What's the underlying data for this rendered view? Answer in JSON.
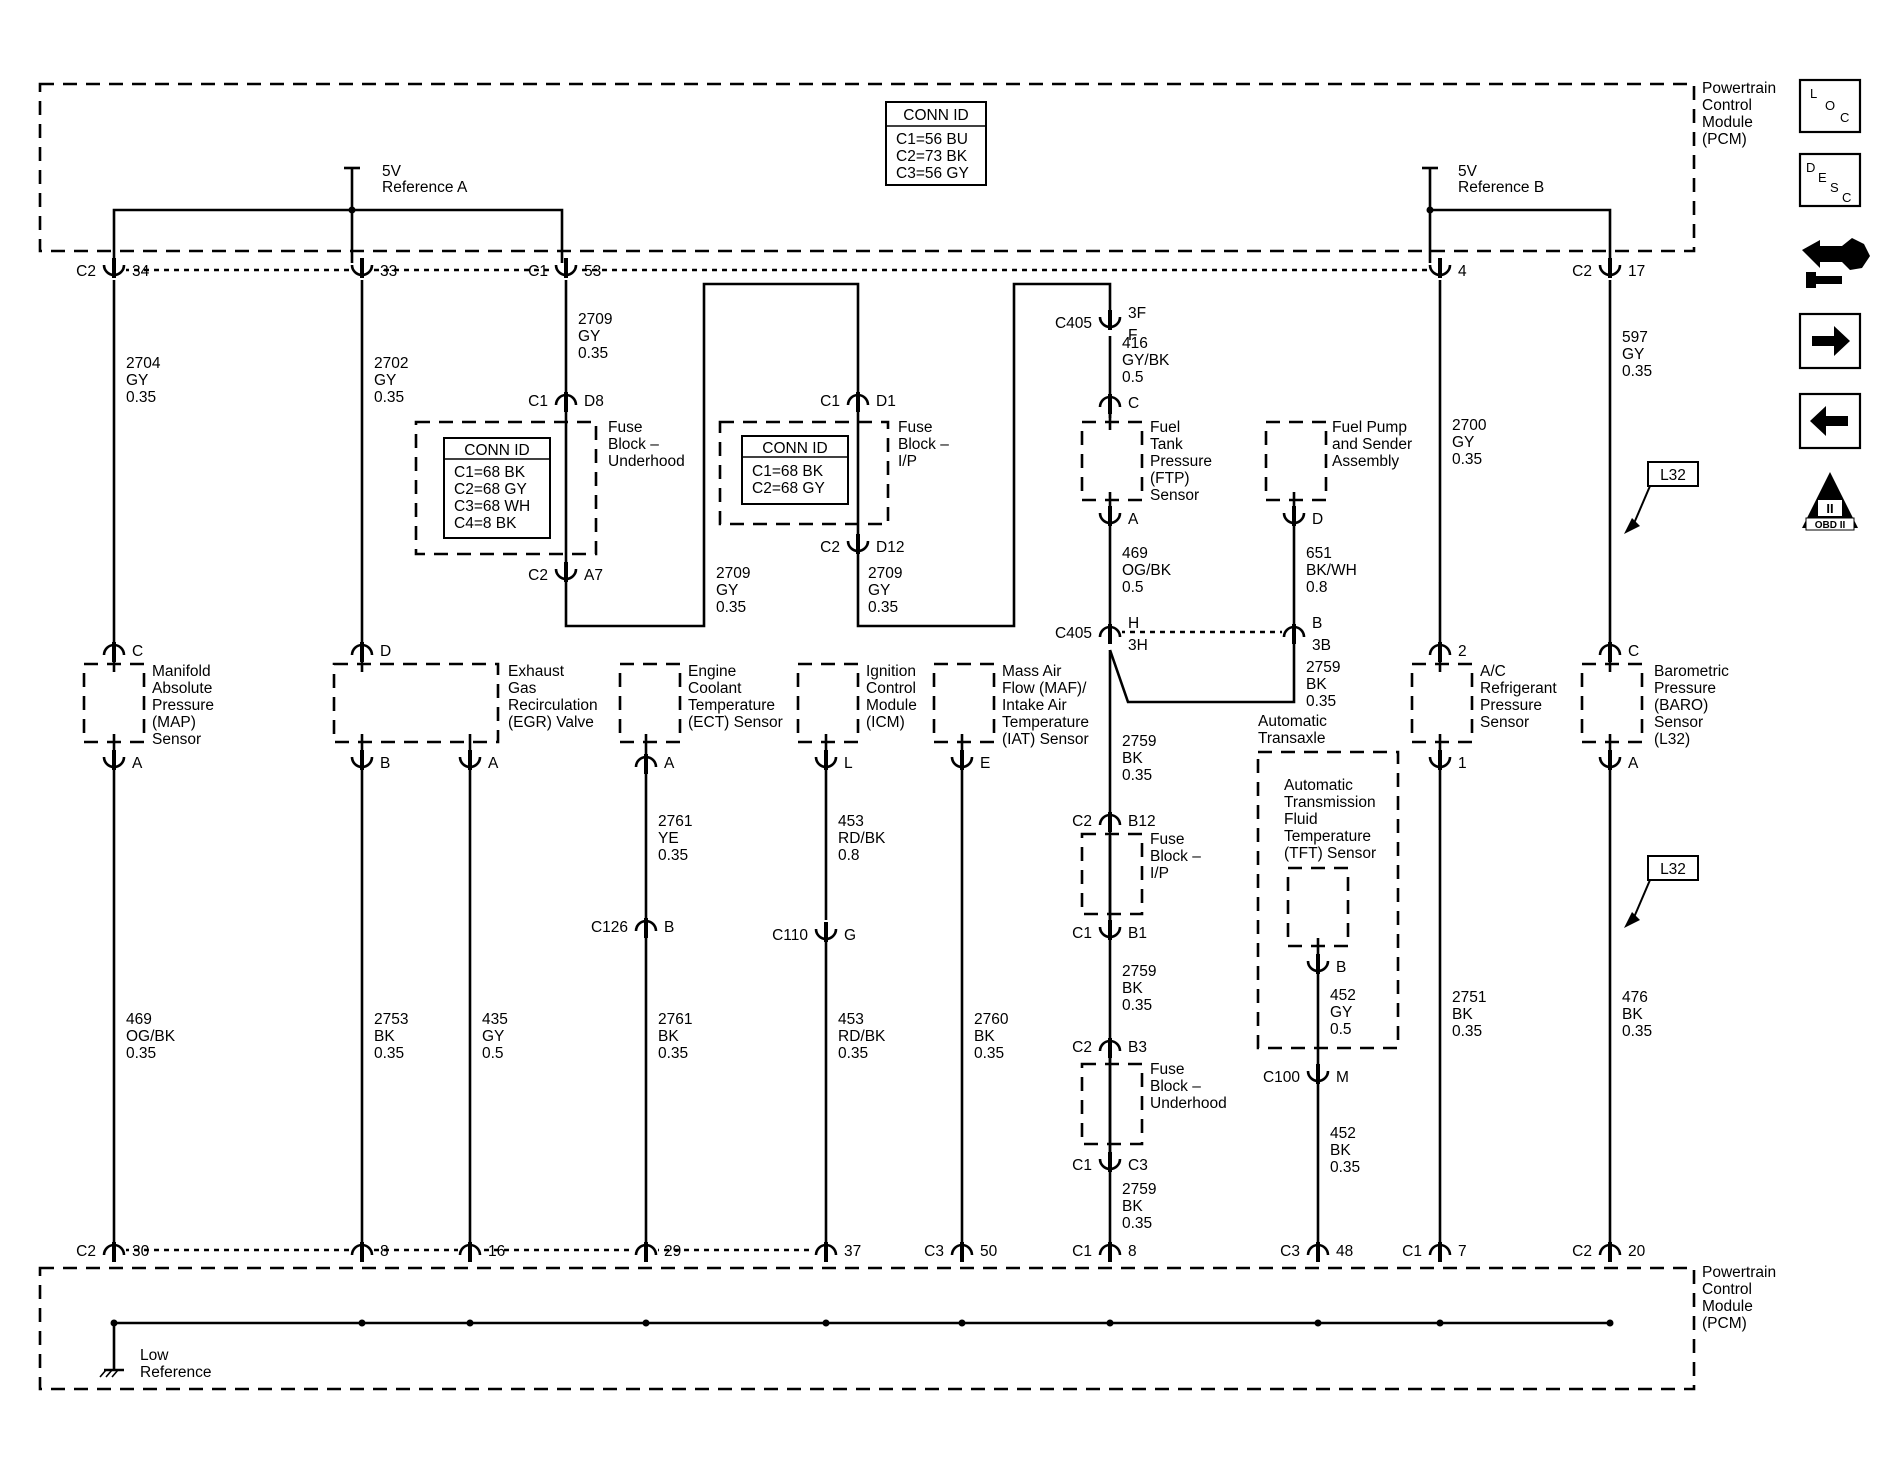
{
  "pcm": {
    "line1": "Powertrain",
    "line2": "Control",
    "line3": "Module",
    "line4": "(PCM)"
  },
  "ref_a": {
    "v": "5V",
    "label": "Reference A"
  },
  "ref_b": {
    "v": "5V",
    "label": "Reference B"
  },
  "low_ref": {
    "line1": "Low",
    "line2": "Reference"
  },
  "conn_pcm": {
    "title": "CONN ID",
    "l1": "C1=56 BU",
    "l2": "C2=73 BK",
    "l3": "C3=56 GY"
  },
  "conn_uh": {
    "title": "CONN ID",
    "l1": "C1=68 BK",
    "l2": "C2=68 GY",
    "l3": "C3=68 WH",
    "l4": "C4=8 BK"
  },
  "conn_ip": {
    "title": "CONN ID",
    "l1": "C1=68 BK",
    "l2": "C2=68 GY"
  },
  "fb_uh": {
    "l1": "Fuse",
    "l2": "Block –",
    "l3": "Underhood"
  },
  "fb_ip": {
    "l1": "Fuse",
    "l2": "Block –",
    "l3": "I/P"
  },
  "map": {
    "l1": "Manifold",
    "l2": "Absolute",
    "l3": "Pressure",
    "l4": "(MAP)",
    "l5": "Sensor"
  },
  "egr": {
    "l1": "Exhaust",
    "l2": "Gas",
    "l3": "Recirculation",
    "l4": "(EGR) Valve"
  },
  "ect": {
    "l1": "Engine",
    "l2": "Coolant",
    "l3": "Temperature",
    "l4": "(ECT) Sensor"
  },
  "icm": {
    "l1": "Ignition",
    "l2": "Control",
    "l3": "Module",
    "l4": "(ICM)"
  },
  "maf": {
    "l1": "Mass Air",
    "l2": "Flow (MAF)/",
    "l3": "Intake Air",
    "l4": "Temperature",
    "l5": "(IAT) Sensor"
  },
  "ftp": {
    "l1": "Fuel",
    "l2": "Tank",
    "l3": "Pressure",
    "l4": "(FTP)",
    "l5": "Sensor"
  },
  "fuelpump": {
    "l1": "Fuel Pump",
    "l2": "and Sender",
    "l3": "Assembly"
  },
  "ac": {
    "l1": "A/C",
    "l2": "Refrigerant",
    "l3": "Pressure",
    "l4": "Sensor"
  },
  "baro": {
    "l1": "Barometric",
    "l2": "Pressure",
    "l3": "(BARO)",
    "l4": "Sensor",
    "l5": "(L32)"
  },
  "trans": {
    "l1": "Automatic",
    "l2": "Transaxle"
  },
  "tft": {
    "l1": "Automatic",
    "l2": "Transmission",
    "l3": "Fluid",
    "l4": "Temperature",
    "l5": "(TFT) Sensor"
  },
  "l32": "L32",
  "obd": "OBD II",
  "icons": {
    "loc": [
      "L",
      "O",
      "C"
    ],
    "desc": [
      "D",
      "E",
      "S",
      "C"
    ]
  },
  "w2704": [
    "2704",
    "GY",
    "0.35"
  ],
  "w2702": [
    "2702",
    "GY",
    "0.35"
  ],
  "w2709a": [
    "2709",
    "GY",
    "0.35"
  ],
  "w2709b": [
    "2709",
    "GY",
    "0.35"
  ],
  "w2709c": [
    "2709",
    "GY",
    "0.35"
  ],
  "w416": [
    "416",
    "GY/BK",
    "0.5"
  ],
  "w469a": [
    "469",
    "OG/BK",
    "0.5"
  ],
  "w651": [
    "651",
    "BK/WH",
    "0.8"
  ],
  "w2759a": [
    "2759",
    "BK",
    "0.35"
  ],
  "w2759b": [
    "2759",
    "BK",
    "0.35"
  ],
  "w2759c": [
    "2759",
    "BK",
    "0.35"
  ],
  "w2759d": [
    "2759",
    "BK",
    "0.35"
  ],
  "w2700": [
    "2700",
    "GY",
    "0.35"
  ],
  "w597": [
    "597",
    "GY",
    "0.35"
  ],
  "w2761a": [
    "2761",
    "YE",
    "0.35"
  ],
  "w2761b": [
    "2761",
    "BK",
    "0.35"
  ],
  "w453a": [
    "453",
    "RD/BK",
    "0.8"
  ],
  "w453b": [
    "453",
    "RD/BK",
    "0.35"
  ],
  "w469b": [
    "469",
    "OG/BK",
    "0.35"
  ],
  "w2753": [
    "2753",
    "BK",
    "0.35"
  ],
  "w435": [
    "435",
    "GY",
    "0.5"
  ],
  "w2760": [
    "2760",
    "BK",
    "0.35"
  ],
  "w452a": [
    "452",
    "GY",
    "0.5"
  ],
  "w452b": [
    "452",
    "BK",
    "0.35"
  ],
  "w2751": [
    "2751",
    "BK",
    "0.35"
  ],
  "w476": [
    "476",
    "BK",
    "0.35"
  ],
  "pins": {
    "t34": [
      "C2",
      "34"
    ],
    "t33": [
      "",
      "33"
    ],
    "t53": [
      "C1",
      "53"
    ],
    "t4": [
      "",
      "4"
    ],
    "t17": [
      "C2",
      "17"
    ],
    "d8": [
      "C1",
      "D8"
    ],
    "a7": [
      "C2",
      "A7"
    ],
    "d1": [
      "C1",
      "D1"
    ],
    "d12": [
      "C2",
      "D12"
    ],
    "f3": [
      "C405",
      "3F",
      "F"
    ],
    "ftpc": [
      "",
      "C"
    ],
    "ftpa": [
      "",
      "A"
    ],
    "fpd": [
      "",
      "D"
    ],
    "h3": [
      "C405",
      "H",
      "3H"
    ],
    "b3": [
      "",
      "B",
      "3B"
    ],
    "b12": [
      "C2",
      "B12"
    ],
    "b1": [
      "C1",
      "B1"
    ],
    "b3b": [
      "C2",
      "B3"
    ],
    "c3": [
      "C1",
      "C3"
    ],
    "mapc": [
      "",
      "C"
    ],
    "mapa": [
      "",
      "A"
    ],
    "egrd": [
      "",
      "D"
    ],
    "egrb": [
      "",
      "B"
    ],
    "egra": [
      "",
      "A"
    ],
    "ecta": [
      "",
      "A"
    ],
    "icml": [
      "",
      "L"
    ],
    "mafe": [
      "",
      "E"
    ],
    "ac2": [
      "",
      "2"
    ],
    "ac1": [
      "",
      "1"
    ],
    "baroc": [
      "",
      "C"
    ],
    "baroa": [
      "",
      "A"
    ],
    "c126": [
      "C126",
      "B"
    ],
    "c110": [
      "C110",
      "G"
    ],
    "tftb": [
      "",
      "B"
    ],
    "c100": [
      "C100",
      "M"
    ],
    "p30": [
      "C2",
      "30"
    ],
    "p8": [
      "",
      "8"
    ],
    "p16": [
      "",
      "16"
    ],
    "p29": [
      "",
      "29"
    ],
    "p37": [
      "",
      "37"
    ],
    "p50": [
      "C3",
      "50"
    ],
    "p8b": [
      "C1",
      "8"
    ],
    "p48": [
      "C3",
      "48"
    ],
    "p7": [
      "C1",
      "7"
    ],
    "p20": [
      "C2",
      "20"
    ]
  }
}
